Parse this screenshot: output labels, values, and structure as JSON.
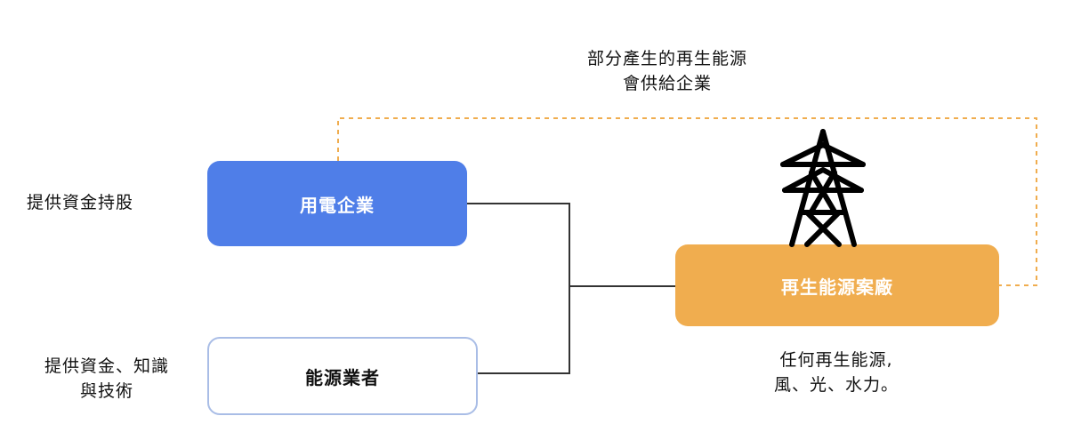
{
  "title": {
    "line1": "部分產生的再生能源",
    "line2": "會供給企業"
  },
  "nodes": {
    "enterprise": "用電企業",
    "provider": "能源業者",
    "project": "再生能源案廠"
  },
  "labels": {
    "enterprise_support": "提供資金持股",
    "provider_support_line1": "提供資金、知識",
    "provider_support_line2": "與技術",
    "project_types_line1": "任何再生能源,",
    "project_types_line2": "風、光、水力。"
  },
  "colors": {
    "enterprise": "#4f7ee8",
    "provider_border": "#a9bde6",
    "project": "#f0ad4f",
    "feedback_line": "#f0ad4f",
    "connector": "#333333"
  },
  "icons": {
    "tower": "power-transmission-tower-icon"
  }
}
